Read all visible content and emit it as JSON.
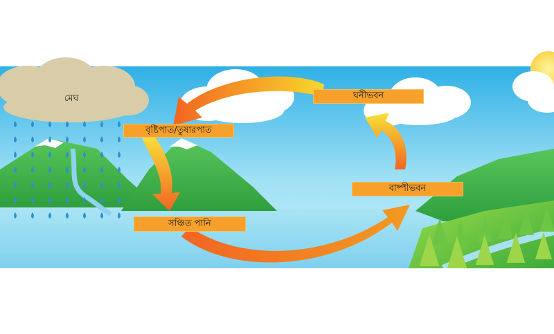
{
  "diagram": {
    "labels": {
      "cloud": "মেঘ",
      "precipitation": "বৃষ্টিপাত/তুষারপাত",
      "condensation": "ঘনীভবন",
      "collection": "সঞ্চিত পানি",
      "evaporation": "বাষ্পীভবন"
    }
  },
  "colors": {
    "sky": "#4fc3ea",
    "water": "#7fd6ef",
    "mountain": "#3cb34a",
    "label_bg": "#f7a12c",
    "arrow_start": "#f4d92a",
    "arrow_end": "#f26522",
    "rain": "#2f8fd0"
  }
}
